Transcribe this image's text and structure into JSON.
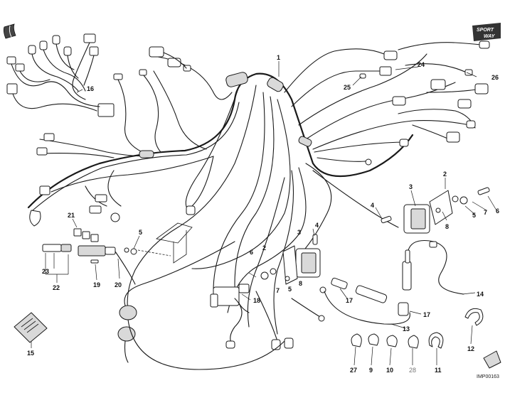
{
  "diagram": {
    "drawing_code": "IMP00163",
    "brand_logo": {
      "line1": "SPORT",
      "line2": "WAY"
    },
    "callouts": [
      "1",
      "2",
      "2",
      "3",
      "3",
      "4",
      "4",
      "5",
      "5",
      "5",
      "6",
      "6",
      "7",
      "7",
      "8",
      "8",
      "9",
      "10",
      "11",
      "12",
      "13",
      "14",
      "15",
      "16",
      "17",
      "17",
      "18",
      "19",
      "20",
      "21",
      "22",
      "23",
      "24",
      "25",
      "26",
      "27",
      "28"
    ],
    "callout_28_color": "#777777",
    "ink_color": "#1a1a1a",
    "icons": [
      "manual-pages-icon",
      "sportway-logo-icon",
      "flame-icon"
    ]
  }
}
